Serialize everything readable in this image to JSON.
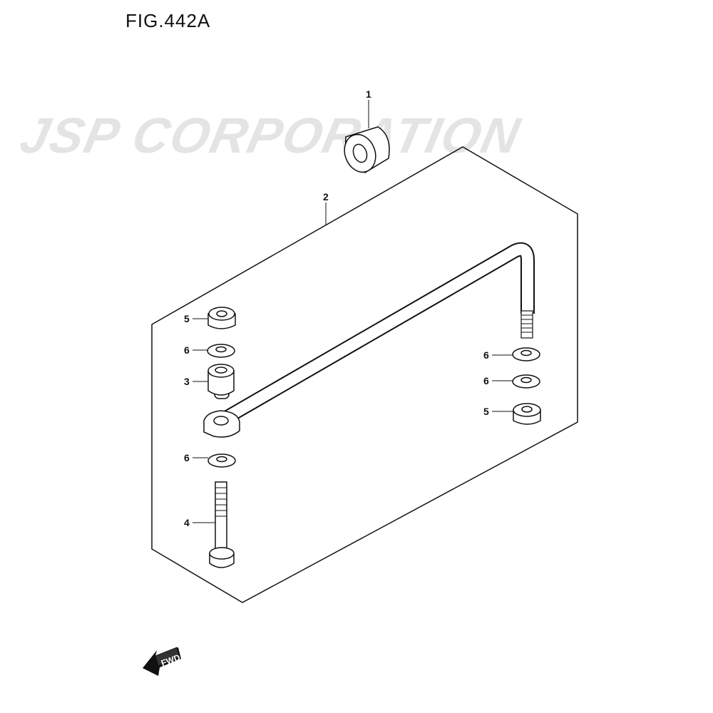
{
  "figure_title": "FIG.442A",
  "watermark": "JSP CORPORATION",
  "fwd_label": "FWD",
  "callouts": {
    "part1": "1",
    "part2": "2",
    "left_nut": "5",
    "left_washer_top": "6",
    "left_collar": "3",
    "left_washer_bottom": "6",
    "bolt": "4",
    "right_washer_top": "6",
    "right_washer_bottom": "6",
    "right_nut": "5"
  }
}
